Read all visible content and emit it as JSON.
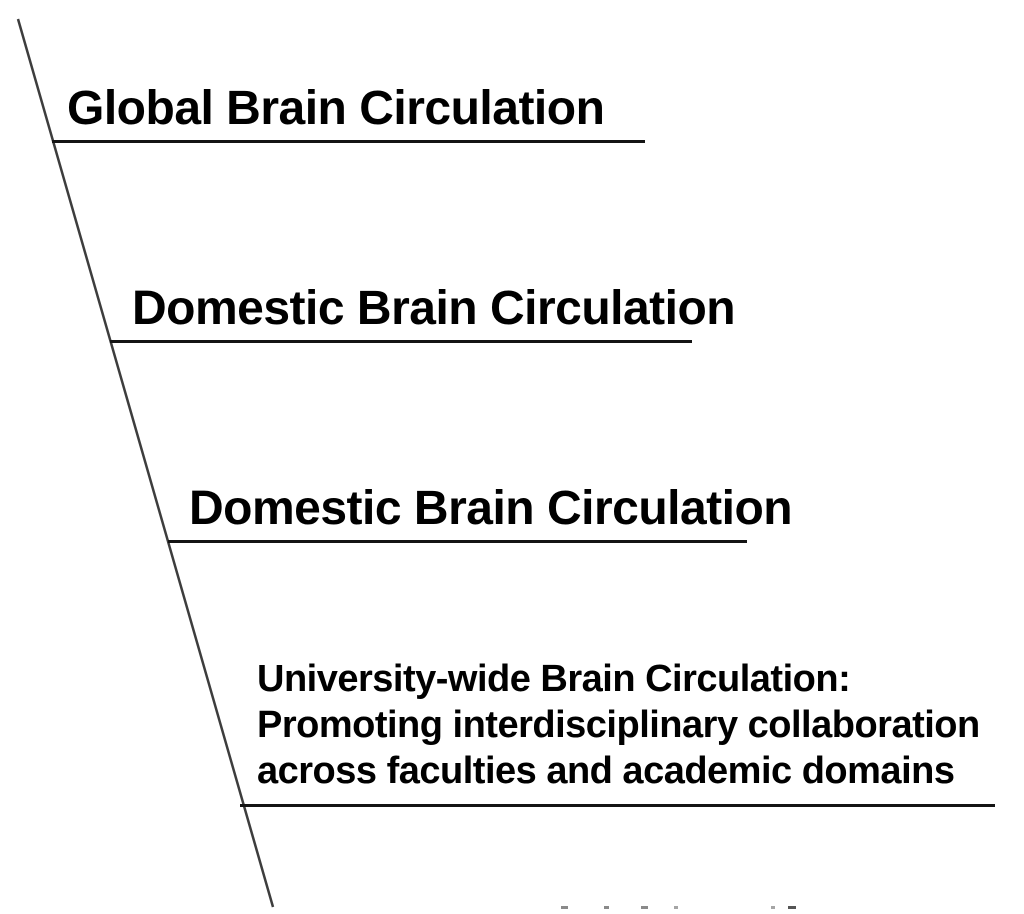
{
  "diagram": {
    "levels": [
      {
        "label": "Global Brain Circulation"
      },
      {
        "label": "Domestic Brain Circulation"
      },
      {
        "label": "Domestic Brain Circulation"
      },
      {
        "label_lines": [
          "University-wide Brain Circulation:",
          "Promoting interdisciplinary collaboration",
          "across faculties and academic domains"
        ]
      }
    ],
    "colors": {
      "text": "#000000",
      "underline": "#141414",
      "axis_line": "#3d3d3d",
      "background": "#ffffff"
    }
  }
}
